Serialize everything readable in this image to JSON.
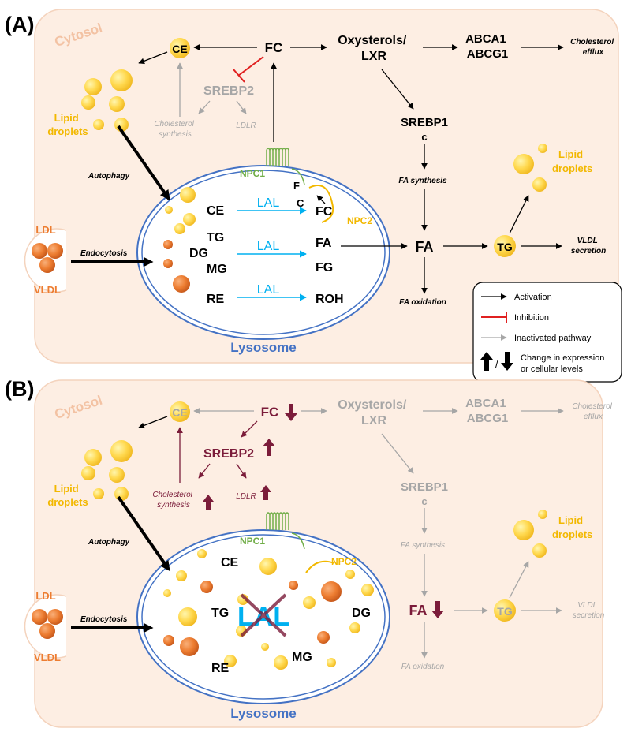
{
  "panel_a": {
    "label": "(A)",
    "cytosol": "Cytosol",
    "lysosome": "Lysosome",
    "lipid_droplets_left": [
      "Lipid",
      "droplets"
    ],
    "lipid_droplets_right": [
      "Lipid",
      "droplets"
    ],
    "autophagy": "Autophagy",
    "endocytosis": "Endocytosis",
    "ldl": "LDL",
    "vldl": "VLDL",
    "ce_cyto": "CE",
    "fc": "FC",
    "oxysterols": [
      "Oxysterols/",
      "LXR"
    ],
    "abca1": "ABCA1",
    "abcg1": "ABCG1",
    "cholesterol_efflux": [
      "Cholesterol",
      "efflux"
    ],
    "srebp2": "SREBP2",
    "cholesterol_synthesis": [
      "Cholesterol",
      "synthesis"
    ],
    "ldlr": "LDLR",
    "srebp1": "SREBP1",
    "srebp1_c": "c",
    "fa_synthesis": "FA synthesis",
    "fa_oxidation": "FA oxidation",
    "fa_main": "FA",
    "tg_main": "TG",
    "vldl_secretion": [
      "VLDL",
      "secretion"
    ],
    "npc1": "NPC1",
    "npc2": "NPC2",
    "fc_lyso": "FC",
    "fc_split": [
      "F",
      "C"
    ],
    "lal": [
      "LAL",
      "LAL",
      "LAL"
    ],
    "lyso_left": [
      "CE",
      "TG",
      "DG",
      "MG",
      "RE"
    ],
    "lyso_right": [
      "FC",
      "FA",
      "FG",
      "ROH"
    ]
  },
  "legend": {
    "activation": "Activation",
    "inhibition": "Inhibition",
    "inactivated": "Inactivated pathway",
    "change": [
      "Change in expression",
      "or cellular levels"
    ]
  },
  "panel_b": {
    "label": "(B)",
    "cytosol": "Cytosol",
    "lysosome": "Lysosome",
    "lipid_droplets_left": [
      "Lipid",
      "droplets"
    ],
    "lipid_droplets_right": [
      "Lipid",
      "droplets"
    ],
    "autophagy": "Autophagy",
    "endocytosis": "Endocytosis",
    "ldl": "LDL",
    "vldl": "VLDL",
    "ce_cyto": "CE",
    "fc": "FC",
    "oxysterols": [
      "Oxysterols/",
      "LXR"
    ],
    "abca1": "ABCA1",
    "abcg1": "ABCG1",
    "cholesterol_efflux": [
      "Cholesterol",
      "efflux"
    ],
    "srebp2": "SREBP2",
    "cholesterol_synthesis": [
      "Cholesterol",
      "synthesis"
    ],
    "ldlr": "LDLR",
    "srebp1": "SREBP1",
    "srebp1_c": "c",
    "fa_synthesis": "FA synthesis",
    "fa_oxidation": "FA oxidation",
    "fa_main": "FA",
    "tg_main": "TG",
    "vldl_secretion": [
      "VLDL",
      "secretion"
    ],
    "npc1": "NPC1",
    "npc2": "NPC2",
    "lal": "LAL",
    "lyso_labels": [
      "CE",
      "TG",
      "DG",
      "RE",
      "MG"
    ]
  },
  "colors": {
    "cytosol_fill": "#fdeee3",
    "cytosol_stroke": "#f4d3bd",
    "cytosol_text": "#f3c2a3",
    "lysosome": "#4472c4",
    "lal": "#00b0f0",
    "npc1": "#70ad47",
    "npc2": "#f2b800",
    "droplet": "#ffd54a",
    "orange": "#ed7d31",
    "inactive": "#a6a6a6",
    "inhibition": "#e02020",
    "maroon": "#7b1c3a"
  }
}
